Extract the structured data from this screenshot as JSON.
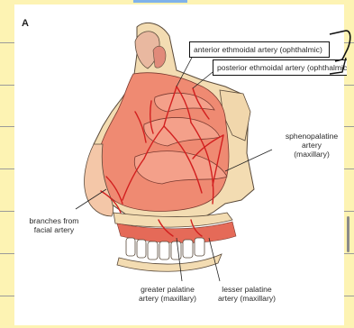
{
  "figure": {
    "panel_letter": "A",
    "labels": {
      "anterior_ethmoidal": "anterior ethmoidal artery (ophthalmic)",
      "posterior_ethmoidal": "posterior ethmoidal artery (ophthalmic",
      "sphenopalatine_line1": "sphenopalatine artery",
      "sphenopalatine_line2": "(maxillary)",
      "facial_line1": "branches from",
      "facial_line2": "facial artery",
      "greater_palatine_line1": "greater palatine",
      "greater_palatine_line2": "artery (maxillary)",
      "lesser_palatine_line1": "lesser palatine",
      "lesser_palatine_line2": "artery (maxillary)"
    }
  },
  "colors": {
    "page_background": "#fdf3b3",
    "artery": "#d21f1f",
    "mucosa": "#ef8a72",
    "bone": "#f3dcb2",
    "ink": "#111111"
  }
}
